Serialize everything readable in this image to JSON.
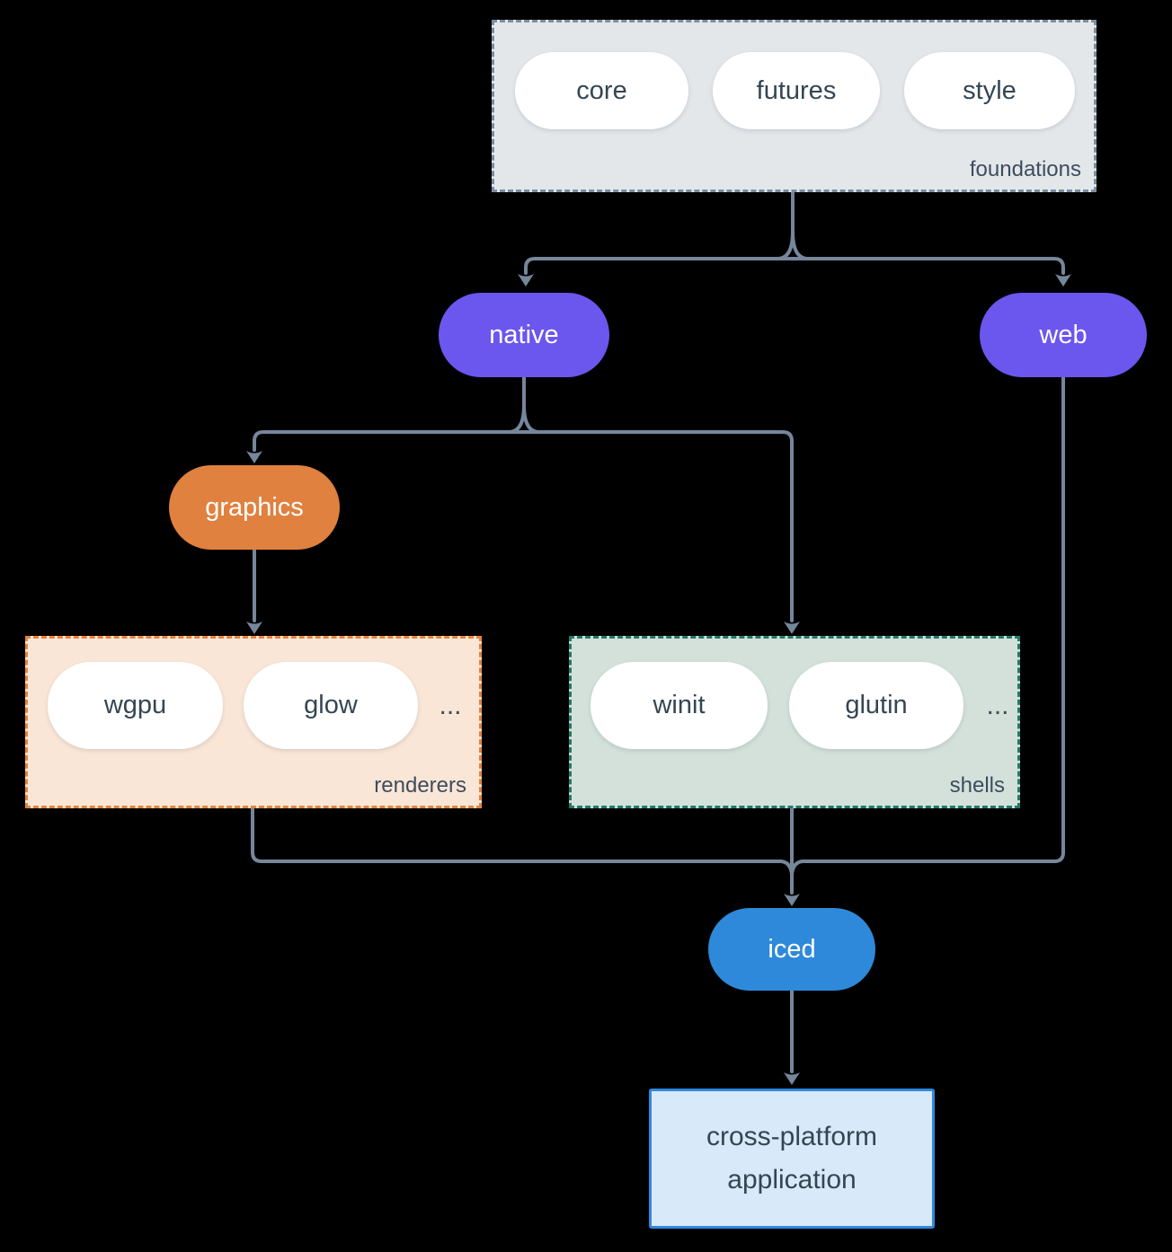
{
  "colors": {
    "bg": "#000000",
    "arrow": "#76869b",
    "slate-text": "#344653",
    "label-text": "#3d4c5e",
    "purple": "#6b56ee",
    "orange": "#e0813f",
    "blue": "#2e89da",
    "foundations-fill": "#e3e7ea",
    "foundations-border": "#7e8da0",
    "renderers-fill": "#fae6d6",
    "renderers-border": "#e5843c",
    "shells-fill": "#d3e1da",
    "shells-border": "#22796a",
    "app-fill": "#d8e9f9",
    "app-border": "#2f88dd"
  },
  "foundations": {
    "label": "foundations",
    "items": [
      "core",
      "futures",
      "style"
    ]
  },
  "native": {
    "label": "native"
  },
  "web": {
    "label": "web"
  },
  "graphics": {
    "label": "graphics"
  },
  "renderers": {
    "label": "renderers",
    "items": [
      "wgpu",
      "glow"
    ],
    "ellipsis": "..."
  },
  "shells": {
    "label": "shells",
    "items": [
      "winit",
      "glutin"
    ],
    "ellipsis": "..."
  },
  "iced": {
    "label": "iced"
  },
  "application": {
    "lines": [
      "cross-platform",
      "application"
    ]
  }
}
